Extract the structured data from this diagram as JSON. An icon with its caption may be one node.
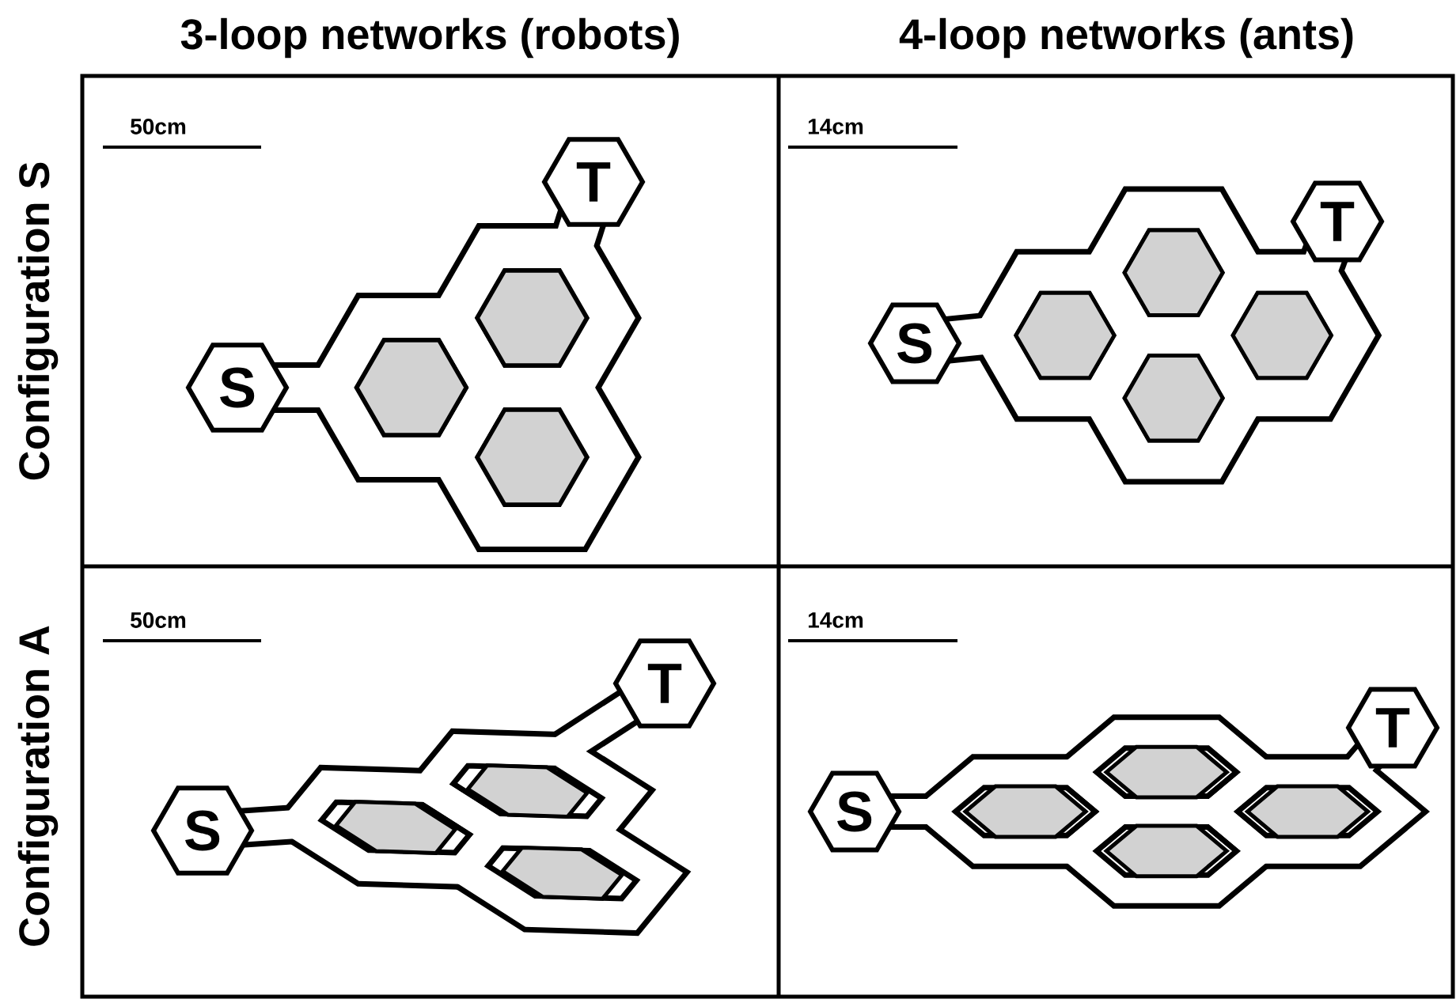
{
  "diagram": {
    "nodes": [
      {
        "text": [
          "S"
        ]
      },
      {
        "text": [
          "T"
        ]
      },
      {
        "text": [
          "S"
        ]
      },
      {
        "text": [
          "T"
        ]
      },
      {
        "text": [
          "S"
        ]
      },
      {
        "text": [
          "T"
        ]
      },
      {
        "text": [
          "S"
        ]
      },
      {
        "text": [
          "T"
        ]
      }
    ],
    "labels": [
      "3-loop networks (robots)",
      "4-loop networks (ants)",
      "Configuration S",
      "50cm",
      "14cm",
      "Configuration A",
      "50cm",
      "14cm"
    ]
  }
}
